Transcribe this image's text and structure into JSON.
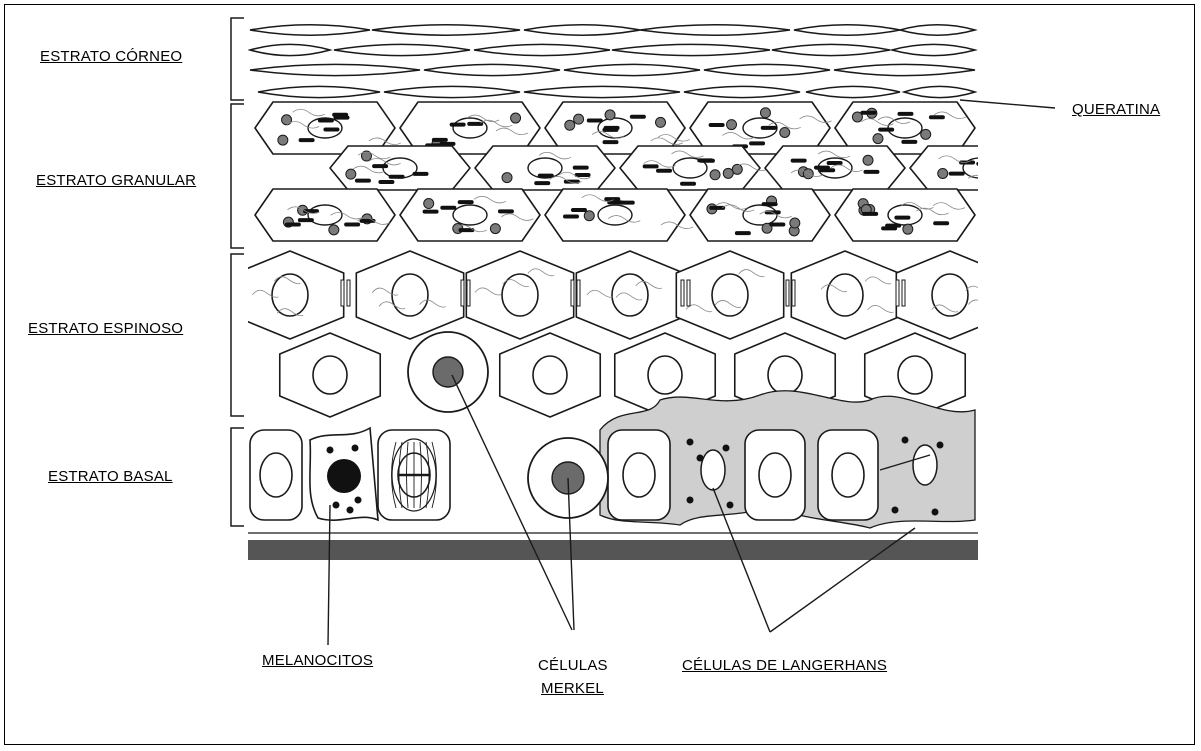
{
  "labels": {
    "stratum_corneum": "ESTRATO CÓRNEO",
    "stratum_granulosum": "ESTRATO GRANULAR",
    "stratum_spinosum": "ESTRATO ESPINOSO",
    "stratum_basale": "ESTRATO BASAL",
    "keratin": "QUERATINA",
    "melanocytes": "MELANOCITOS",
    "merkel_line1": "CÉLULAS",
    "merkel_line2": "MERKEL",
    "langerhans": "CÉLULAS DE LANGERHANS"
  },
  "colors": {
    "ink": "#1a1a1a",
    "langerhans_fill": "#cfcfcf",
    "merkel_nucleus": "#6b6b6b",
    "granule": "#7a7a7a",
    "basement_membrane": "#555555"
  }
}
